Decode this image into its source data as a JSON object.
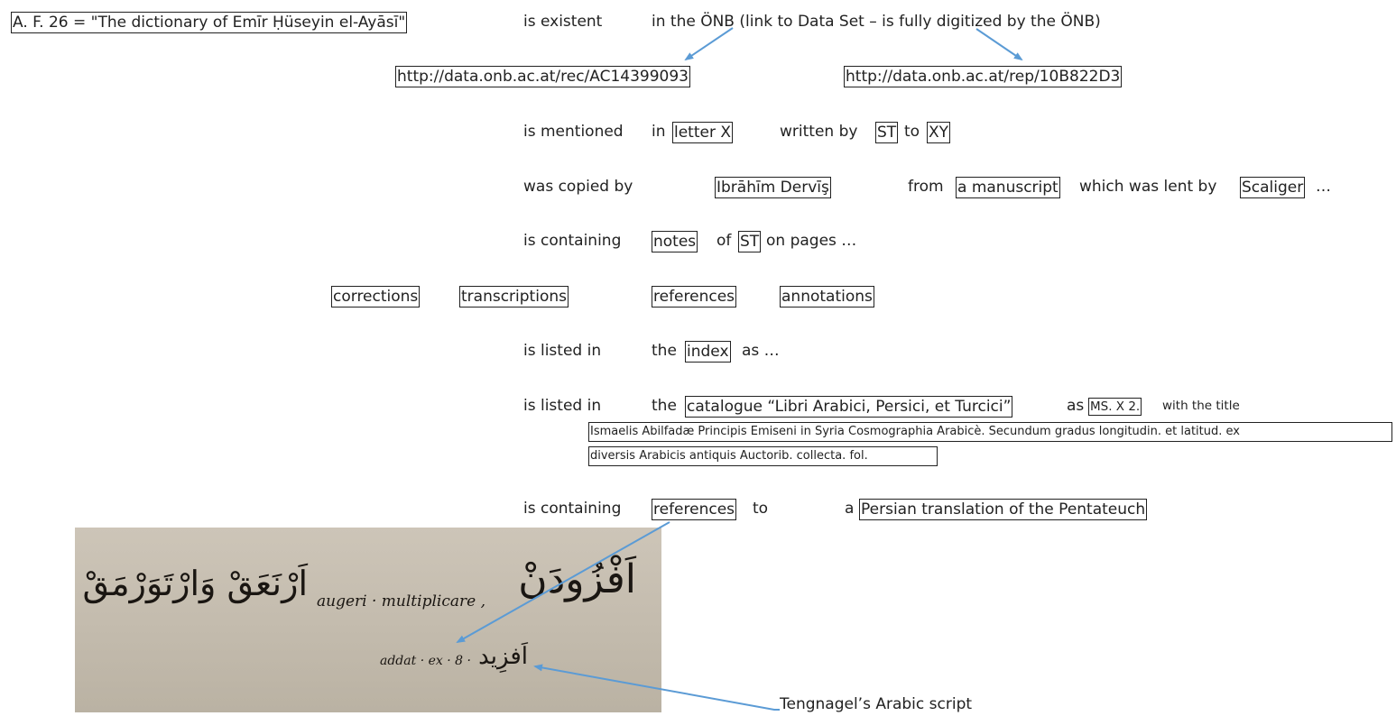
{
  "heading": "A. F. 26 = \"The dictionary of Emīr Ḥüseyin el-Ayāsī\"",
  "existent": {
    "predicate": "is existent",
    "object": "in the ÖNB (link to Data Set – is fully digitized by the ÖNB)",
    "link_record": "http://data.onb.ac.at/rec/AC14399093",
    "link_digital": "http://data.onb.ac.at/rep/10B822D3"
  },
  "mentioned": {
    "predicate": "is mentioned",
    "in": "in",
    "letter": "letter X",
    "written_by": "written by",
    "author": "ST",
    "to": "to",
    "recipient": "XY"
  },
  "copied": {
    "predicate": "was copied by",
    "copyist": "Ibrāhīm Dervīş",
    "from": "from",
    "source": "a manuscript",
    "lent_by": "which was lent by",
    "lender": "Scaliger",
    "ellipsis": "…"
  },
  "containing_notes": {
    "predicate": "is containing",
    "notes": "notes",
    "of": "of",
    "author": "ST",
    "pages": "on pages …"
  },
  "note_types": [
    "corrections",
    "transcriptions",
    "references",
    "annotations"
  ],
  "listed_index": {
    "predicate": "is listed in",
    "the": "the",
    "index": "index",
    "as": "as …"
  },
  "listed_catalogue": {
    "predicate": "is listed in",
    "the": "the",
    "catalogue": "catalogue “Libri Arabici, Persici, et Turcici”",
    "as": "as",
    "shelfmark": "MS. X 2.",
    "with_title": "with the title",
    "title_line1": "Ismaelis Abilfadæ Principis Emiseni in Syria Cosmographia Arabicè. Secundum gradus longitudin. et latitud. ex",
    "title_line2": "diversis Arabicis antiquis Auctorib. collecta. fol."
  },
  "containing_refs": {
    "predicate": "is containing",
    "references": "references",
    "to": "to",
    "a": "a",
    "target": "Persian translation of the Pentateuch"
  },
  "caption": "Tengnagel’s Arabic script",
  "manuscript": {
    "arabic_left": "اَرْنَعَقْ وَارْتَوَرْمَقْ",
    "latin_gloss": "augeri · multiplicare ,",
    "arabic_right": "اَفْزُودَنْ",
    "latin_note": "addat · ex · 8 ·",
    "arabic_note": "اَفزِيد"
  },
  "colors": {
    "arrow": "#5b9bd5",
    "text": "#222222",
    "paper": "#c6beb0"
  }
}
